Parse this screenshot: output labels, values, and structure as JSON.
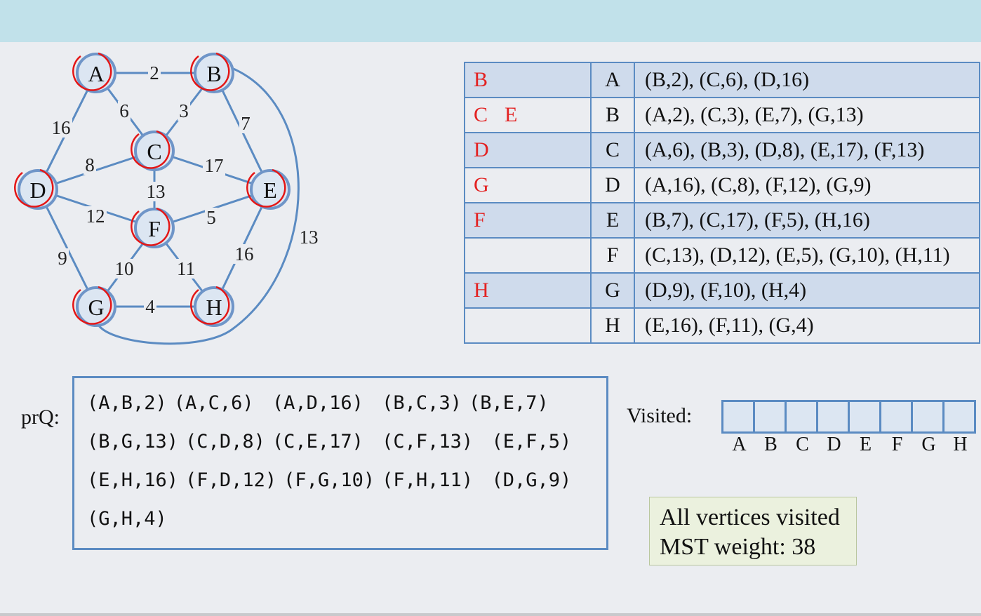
{
  "graph": {
    "nodes": [
      "A",
      "B",
      "C",
      "D",
      "E",
      "F",
      "G",
      "H"
    ],
    "edges": [
      {
        "from": "A",
        "to": "B",
        "weight": "2"
      },
      {
        "from": "A",
        "to": "C",
        "weight": "6"
      },
      {
        "from": "A",
        "to": "D",
        "weight": "16"
      },
      {
        "from": "B",
        "to": "C",
        "weight": "3"
      },
      {
        "from": "B",
        "to": "E",
        "weight": "7"
      },
      {
        "from": "B",
        "to": "G",
        "weight": "13"
      },
      {
        "from": "C",
        "to": "D",
        "weight": "8"
      },
      {
        "from": "C",
        "to": "E",
        "weight": "17"
      },
      {
        "from": "C",
        "to": "F",
        "weight": "13"
      },
      {
        "from": "D",
        "to": "F",
        "weight": "12"
      },
      {
        "from": "D",
        "to": "G",
        "weight": "9"
      },
      {
        "from": "E",
        "to": "F",
        "weight": "5"
      },
      {
        "from": "E",
        "to": "H",
        "weight": "16"
      },
      {
        "from": "F",
        "to": "G",
        "weight": "10"
      },
      {
        "from": "F",
        "to": "H",
        "weight": "11"
      },
      {
        "from": "G",
        "to": "H",
        "weight": "4"
      }
    ],
    "visited_marks": [
      "A",
      "B",
      "C",
      "D",
      "E",
      "F",
      "G",
      "H"
    ],
    "colors": {
      "edge": "#5b8bc2",
      "node_fill": "#dce6f2",
      "mark": "#e41616"
    }
  },
  "adjacency": [
    {
      "marks": [
        "B"
      ],
      "vertex": "A",
      "neighbors": "(B,2), (C,6), (D,16)"
    },
    {
      "marks": [
        "C",
        "E"
      ],
      "vertex": "B",
      "neighbors": "(A,2), (C,3), (E,7), (G,13)"
    },
    {
      "marks": [
        "D"
      ],
      "vertex": "C",
      "neighbors": "(A,6), (B,3), (D,8), (E,17), (F,13)"
    },
    {
      "marks": [
        "G"
      ],
      "vertex": "D",
      "neighbors": "(A,16), (C,8), (F,12), (G,9)"
    },
    {
      "marks": [
        "F"
      ],
      "vertex": "E",
      "neighbors": "(B,7), (C,17), (F,5), (H,16)"
    },
    {
      "marks": [],
      "vertex": "F",
      "neighbors": "(C,13), (D,12), (E,5), (G,10), (H,11)"
    },
    {
      "marks": [
        "H"
      ],
      "vertex": "G",
      "neighbors": "(D,9), (F,10), (H,4)"
    },
    {
      "marks": [],
      "vertex": "H",
      "neighbors": "(E,16), (F,11), (G,4)"
    }
  ],
  "prq": {
    "label": "prQ:",
    "lines": [
      [
        "(A,B,2)",
        "(A,C,6)",
        " (A,D,16)",
        " (B,C,3)",
        "(B,E,7)"
      ],
      [
        "(B,G,13)",
        "(C,D,8)",
        "(C,E,17)",
        " (C,F,13)",
        " (E,F,5)"
      ],
      [
        "(E,H,16)",
        "(F,D,12)",
        "(F,G,10)",
        "(F,H,11)",
        " (D,G,9)"
      ],
      [
        "(G,H,4)"
      ]
    ]
  },
  "visited": {
    "label": "Visited:",
    "letters": [
      "A",
      "B",
      "C",
      "D",
      "E",
      "F",
      "G",
      "H"
    ]
  },
  "status": {
    "line1": "All vertices visited",
    "line2": "MST weight: 38"
  }
}
